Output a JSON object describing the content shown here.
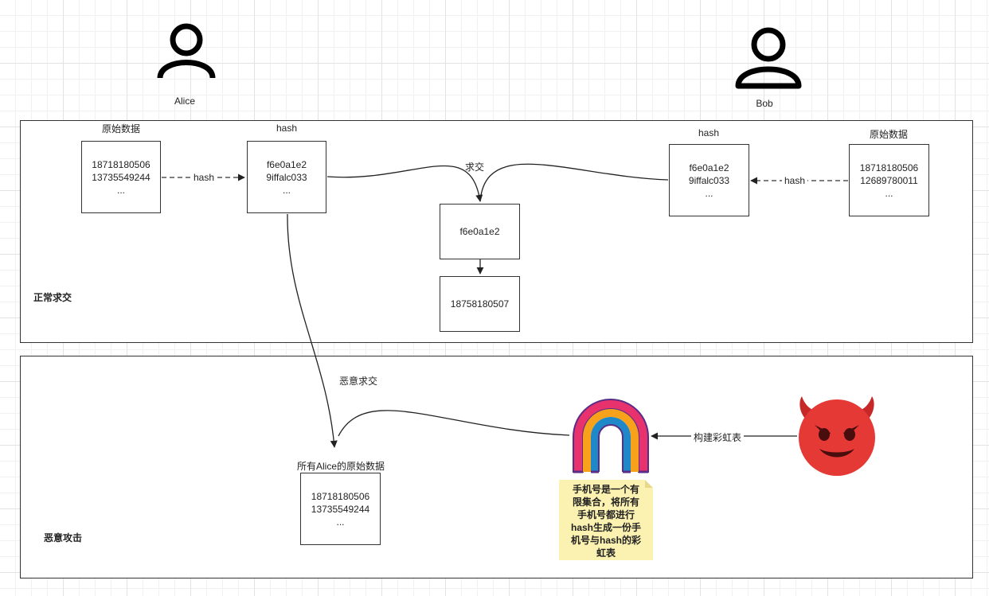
{
  "actors": {
    "alice": {
      "name": "Alice"
    },
    "bob": {
      "name": "Bob"
    }
  },
  "normal": {
    "section_label": "正常求交",
    "alice_raw": {
      "title": "原始数据",
      "lines": [
        "18718180506",
        "13735549244",
        "..."
      ]
    },
    "alice_hash": {
      "title": "hash",
      "lines": [
        "f6e0a1e2",
        "9iffalc033",
        "..."
      ]
    },
    "bob_hash": {
      "title": "hash",
      "lines": [
        "f6e0a1e2",
        "9iffalc033",
        "..."
      ]
    },
    "bob_raw": {
      "title": "原始数据",
      "lines": [
        "18718180506",
        "12689780011",
        "..."
      ]
    },
    "alice_hash_edge": "hash",
    "bob_hash_edge": "hash",
    "intersect_label": "求交",
    "intersect_result": "f6e0a1e2",
    "final_result": "18758180507"
  },
  "attack": {
    "section_label": "恶意攻击",
    "malicious_label": "恶意求交",
    "rainbow_edge": "构建彩虹表",
    "recovered": {
      "title": "所有Alice的原始数据",
      "lines": [
        "18718180506",
        "13735549244",
        "..."
      ]
    },
    "note_lines": [
      "手机号是一个有",
      "限集合，将所有",
      "手机号都进行",
      "hash生成一份手",
      "机号与hash的彩",
      "虹表"
    ]
  },
  "icons": {
    "alice": "user-icon",
    "bob": "user-icon",
    "attacker": "devil-emoji-icon",
    "rainbow": "rainbow-emoji-icon"
  },
  "colors": {
    "line": "#333333",
    "note_fill": "#fbf1b1",
    "devil": "#e53935",
    "rainbow": [
      "#e8326e",
      "#f7a21a",
      "#1e88c8",
      "#5a2d86"
    ]
  }
}
